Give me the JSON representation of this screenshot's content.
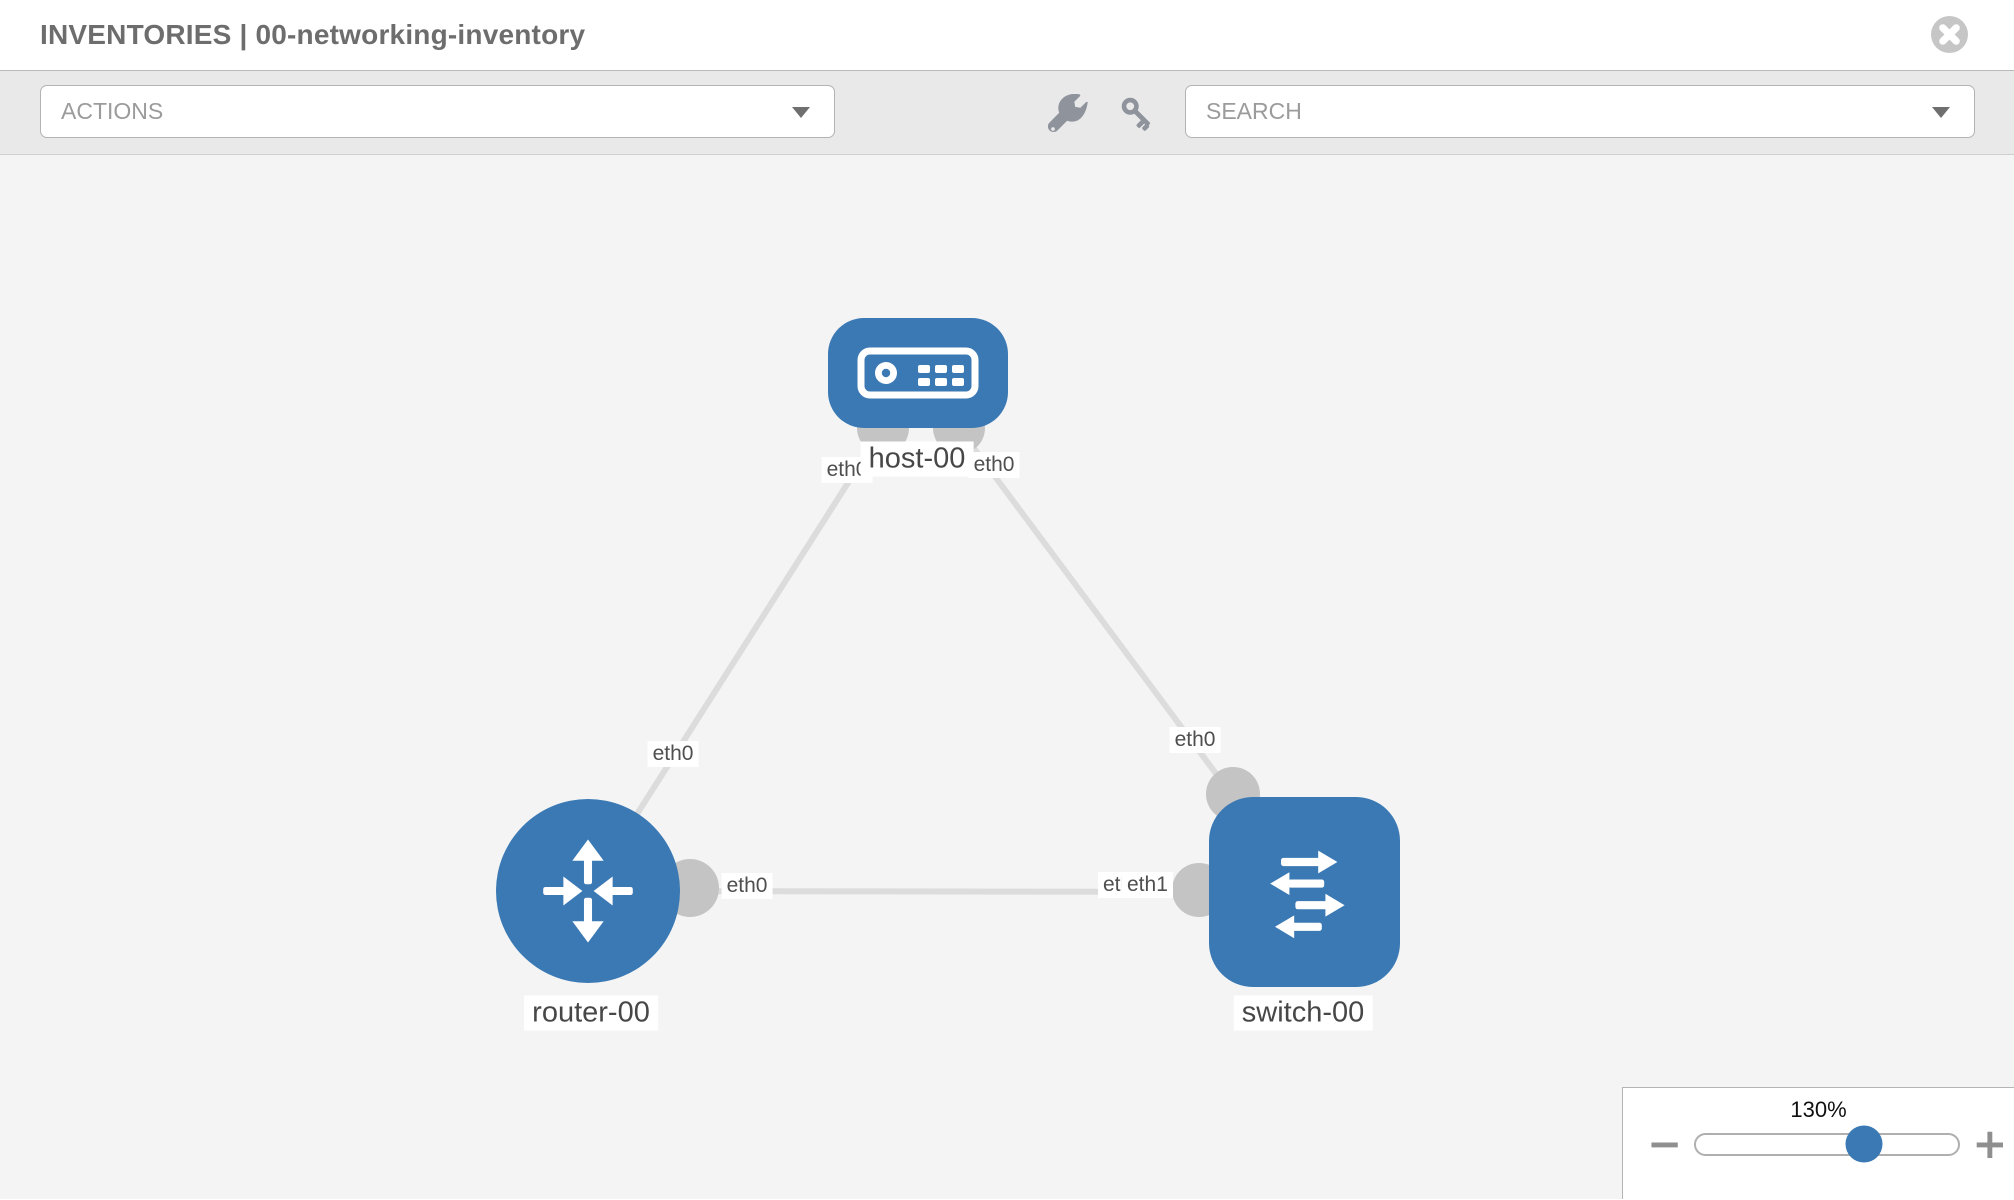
{
  "header": {
    "title": "INVENTORIES | 00-networking-inventory"
  },
  "toolbar": {
    "actions_label": "ACTIONS",
    "search_label": "SEARCH",
    "icons": [
      "wrench-icon",
      "key-icon"
    ]
  },
  "canvas": {
    "nodes": [
      {
        "id": "host-00",
        "type": "host",
        "label": "host-00"
      },
      {
        "id": "router-00",
        "type": "router",
        "label": "router-00"
      },
      {
        "id": "switch-00",
        "type": "switch",
        "label": "switch-00"
      }
    ],
    "links": [
      {
        "from": "host-00",
        "to": "router-00"
      },
      {
        "from": "host-00",
        "to": "switch-00"
      },
      {
        "from": "router-00",
        "to": "switch-00"
      }
    ],
    "iface_labels": [
      {
        "text": "eth0"
      },
      {
        "text": "eth0"
      },
      {
        "text": "eth0"
      },
      {
        "text": "eth0"
      },
      {
        "text": "eth0"
      },
      {
        "text": "eth0"
      },
      {
        "text": "eth1"
      }
    ]
  },
  "zoom_control": {
    "level": "130%",
    "minus_label": "−",
    "plus_label": "+",
    "knob_percent": 64
  },
  "colors": {
    "node_blue": "#3a79b4",
    "link_grey": "#dcdcdc",
    "connector_grey": "#c4c4c4",
    "toolbar_grey": "#e9e9e9",
    "canvas_grey": "#f4f4f4"
  }
}
